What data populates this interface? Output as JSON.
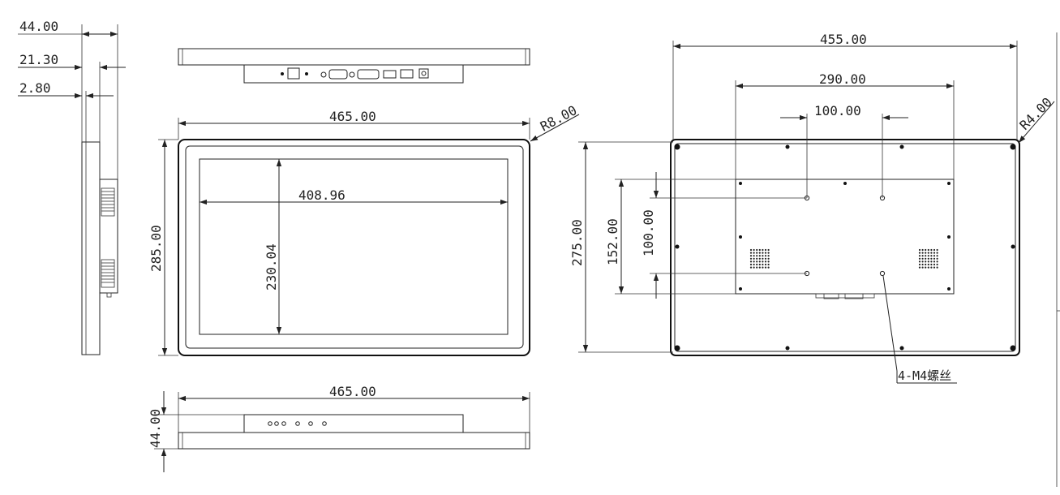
{
  "side_view": {
    "depth_total": "44.00",
    "depth_body": "21.30",
    "bezel_thickness": "2.80"
  },
  "front_view": {
    "width": "465.00",
    "height": "285.00",
    "corner_radius": "R8.00",
    "screen_width": "408.96",
    "screen_height": "230.04"
  },
  "bottom_view": {
    "width": "465.00",
    "depth": "44.00"
  },
  "rear_view": {
    "width": "455.00",
    "height": "275.00",
    "plate_width": "290.00",
    "plate_height": "152.00",
    "vesa_horizontal": "100.00",
    "vesa_vertical": "100.00",
    "corner_radius": "R4.00",
    "screw_note": "4-M4螺丝"
  }
}
